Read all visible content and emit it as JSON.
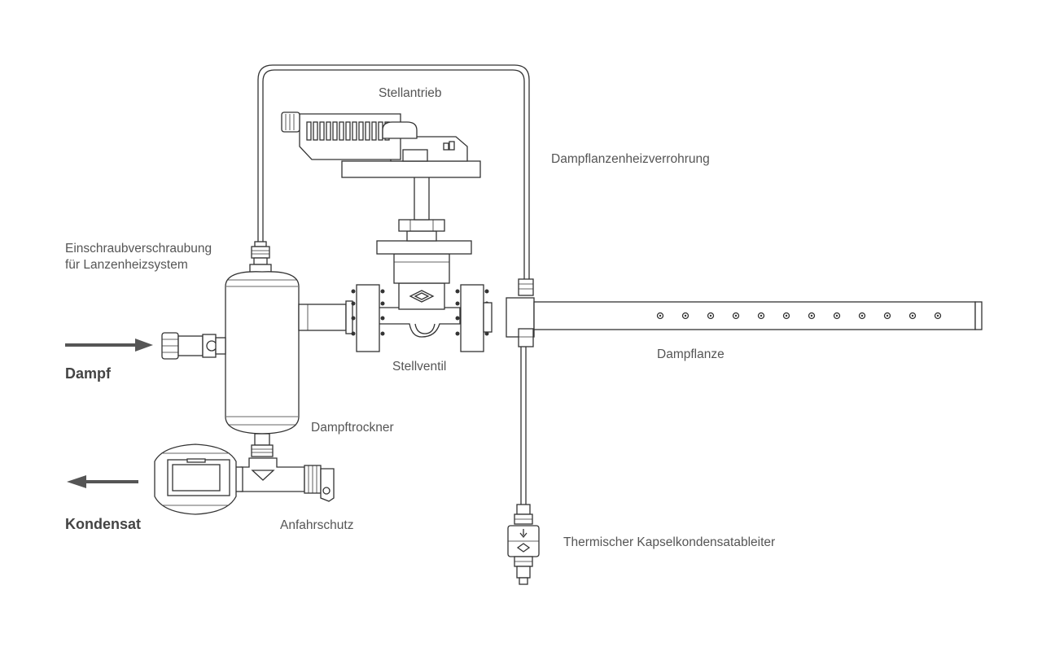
{
  "labels": {
    "stellantrieb": "Stellantrieb",
    "heizverrohrung": "Dampflanzenheizverrohrung",
    "einschraub_line1": "Einschraubverschraubung",
    "einschraub_line2": "für Lanzenheizsystem",
    "dampf": "Dampf",
    "stellventil": "Stellventil",
    "dampflanze": "Dampflanze",
    "dampftrockner": "Dampftrockner",
    "kondensat": "Kondensat",
    "anfahrschutz": "Anfahrschutz",
    "kapselkondensatableiter": "Thermischer Kapselkondensatableiter"
  },
  "colors": {
    "line": "#333333",
    "arrow": "#555555",
    "label": "#555555"
  },
  "icons": {
    "inlet_arrow": "arrow-right-icon",
    "outlet_arrow": "arrow-left-icon"
  }
}
